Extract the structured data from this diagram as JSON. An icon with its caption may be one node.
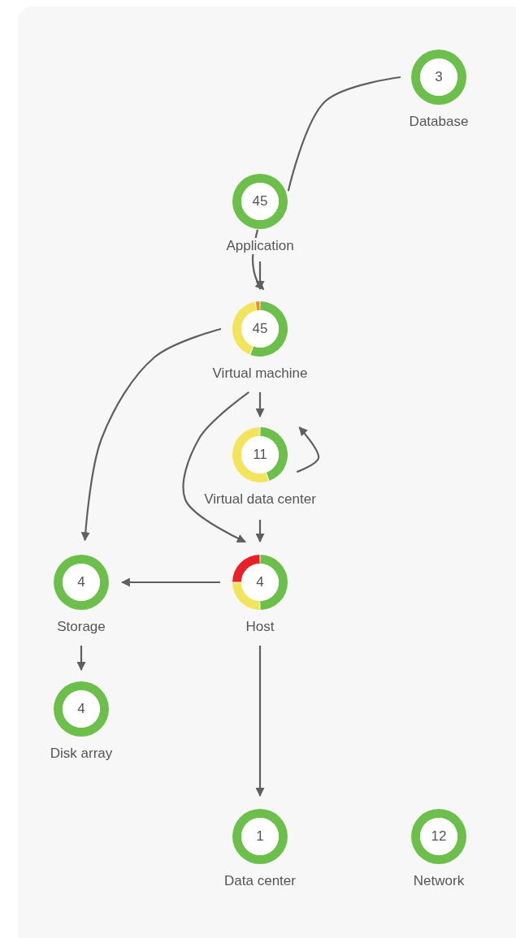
{
  "diagram": {
    "nodes": [
      {
        "text": [
          "3",
          "Database"
        ]
      },
      {
        "text": [
          "45",
          "Application"
        ]
      },
      {
        "text": [
          "45",
          "Virtual machine"
        ]
      },
      {
        "text": [
          "11",
          "Virtual data center"
        ]
      },
      {
        "text": [
          "4",
          "Storage"
        ]
      },
      {
        "text": [
          "4",
          "Host"
        ]
      },
      {
        "text": [
          "4",
          "Disk array"
        ]
      },
      {
        "text": [
          "1",
          "Data center"
        ]
      },
      {
        "text": [
          "12",
          "Network"
        ]
      }
    ],
    "edges": [
      {
        "from": 0,
        "to": 1,
        "arrow": "none"
      },
      {
        "from": 1,
        "to": 2,
        "arrow": "to"
      },
      {
        "from": 1,
        "to": 2,
        "arrow": "to"
      },
      {
        "from": 2,
        "to": 4,
        "arrow": "to"
      },
      {
        "from": 2,
        "to": 3,
        "arrow": "to"
      },
      {
        "from": 3,
        "to": 3,
        "arrow": "to"
      },
      {
        "from": 2,
        "to": 5,
        "arrow": "to"
      },
      {
        "from": 3,
        "to": 5,
        "arrow": "to"
      },
      {
        "from": 5,
        "to": 4,
        "arrow": "to"
      },
      {
        "from": 4,
        "to": 6,
        "arrow": "to"
      },
      {
        "from": 5,
        "to": 7,
        "arrow": "to"
      }
    ]
  }
}
